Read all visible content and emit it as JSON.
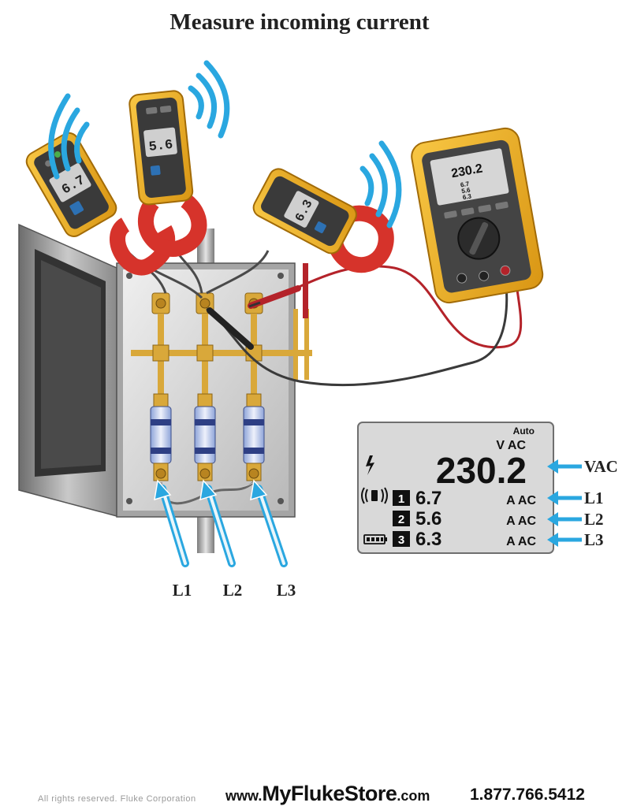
{
  "title": "Measure incoming current",
  "display": {
    "auto_label": "Auto",
    "main_unit": "V AC",
    "main_value": "230.2",
    "rows": [
      {
        "index": "1",
        "value": "6.7",
        "unit": "A AC"
      },
      {
        "index": "2",
        "value": "5.6",
        "unit": "A AC"
      },
      {
        "index": "3",
        "value": "6.3",
        "unit": "A AC"
      }
    ]
  },
  "callouts": {
    "vac": "VAC",
    "l1": "L1",
    "l2": "L2",
    "l3": "L3"
  },
  "phase_labels": [
    "L1",
    "L2",
    "L3"
  ],
  "clamp_readings": [
    "6.7",
    "5.6",
    "6.3"
  ],
  "meter_screen": {
    "main": "230.2",
    "rows": [
      "6.7",
      "5.6",
      "6.3"
    ],
    "unit": "A AC"
  },
  "footer": {
    "www": "www.",
    "brand": "MyFlukeStore",
    "tld": ".com",
    "phone": "1.877.766.5412",
    "legal": "All rights reserved. Fluke Corporation"
  },
  "colors": {
    "fluke_yellow": "#f2b223",
    "clamp_red": "#d6332b",
    "arrow_blue": "#2aa7e0",
    "brass": "#d9a83a",
    "enclosure_gray": "#9a9a9a",
    "lcd_bg": "#d9d9d9"
  }
}
